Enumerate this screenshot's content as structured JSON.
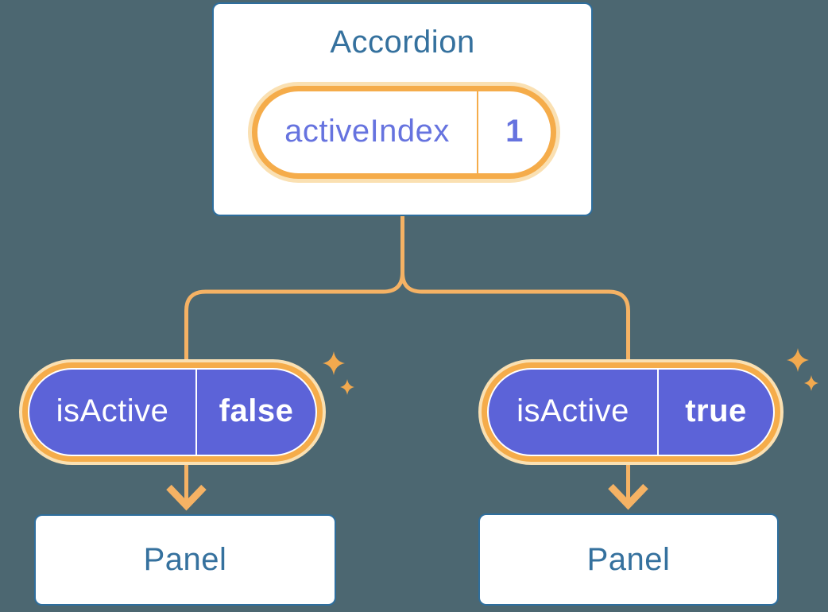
{
  "colors": {
    "background": "#4C6771",
    "card_border": "#2E6E9D",
    "heading_text": "#35719E",
    "panel_fill": "#FFFFFF",
    "connector": "#F5B264",
    "ring_orange": "#F5AC4A",
    "ring_glow": "#FAE0B2",
    "sparkle": "#F2A94E",
    "pill_purple": "#5C63D8",
    "pill_text_purple": "#6673DF",
    "pill_text_white": "#FFFFFF"
  },
  "root": {
    "title": "Accordion",
    "state": {
      "label": "activeIndex",
      "value": "1"
    }
  },
  "branches": [
    {
      "prop": {
        "label": "isActive",
        "value": "false"
      },
      "child": {
        "title": "Panel"
      }
    },
    {
      "prop": {
        "label": "isActive",
        "value": "true"
      },
      "child": {
        "title": "Panel"
      }
    }
  ],
  "icons": {
    "sparkle": "sparkle-icon (four-point star)",
    "arrow": "arrow-down-icon"
  }
}
